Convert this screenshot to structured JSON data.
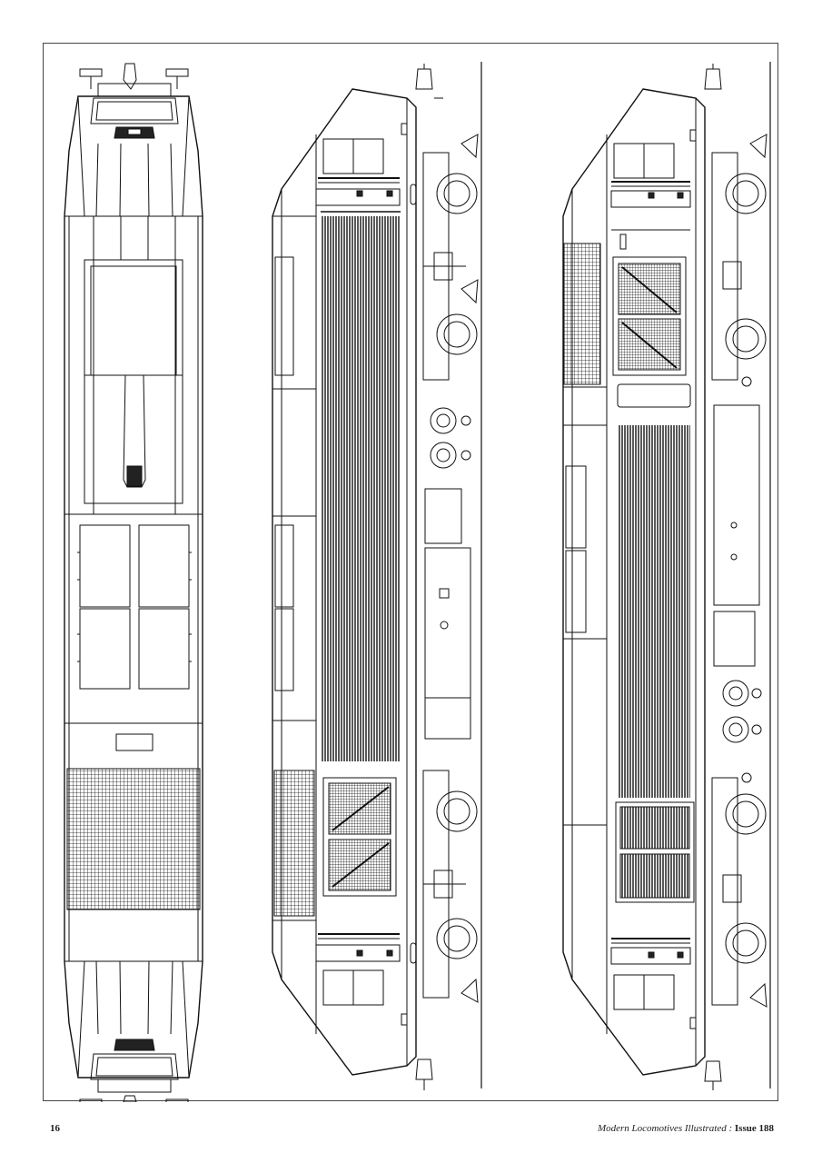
{
  "page": {
    "page_number": "16",
    "magazine_title": "Modern Locomotives Illustrated",
    "separator": " : ",
    "issue_label": "Issue 188"
  },
  "illustration": {
    "views": [
      "roof-plan",
      "side-elevation-1",
      "side-elevation-2"
    ],
    "colors": {
      "line": "#111111",
      "paper": "#ffffff",
      "frame": "#444444"
    }
  }
}
